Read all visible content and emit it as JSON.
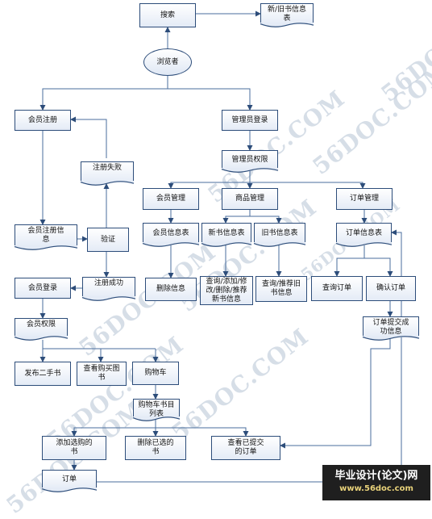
{
  "nodes": {
    "search": "搜索",
    "old_book_info_top": "新/旧书信息\n表",
    "browser": "浏览者",
    "member_register": "会员注册",
    "admin_login": "管理员登录",
    "register_fail": "注册失败",
    "admin_permission": "管理员权限",
    "member_manage": "会员管理",
    "goods_manage": "商品管理",
    "order_manage": "订单管理",
    "member_register_info": "会员注册信\n息",
    "verify": "验证",
    "member_info_table": "会员信息表",
    "new_book_info_table": "新书信息表",
    "old_book_info_table": "旧书信息表",
    "order_info_table": "订单信息表",
    "delete_info": "删除信息",
    "query_new_books": "查询/添加/修\n改/删除/推荐\n新书信息",
    "query_old_books": "查询/推荐旧\n书信息",
    "query_order": "查询订单",
    "confirm_order": "确认订单",
    "member_login": "会员登录",
    "register_success": "注册成功",
    "order_submit_success": "订单提交成\n功信息",
    "member_permission": "会员权限",
    "publish_second_hand": "发布二手书",
    "view_bought_books": "查看购买图\n书",
    "cart": "购物车",
    "cart_book_list": "购物车书目\n列表",
    "add_selected_books": "添加选购的\n书",
    "delete_selected_books": "删除已选的\n书",
    "view_submitted_orders": "查看已提交\n的订单",
    "order": "订单"
  },
  "watermark": "56DOC.COM",
  "stamp": {
    "line1": "毕业设计(论文)网",
    "line2": "www.56doc.com"
  },
  "colors": {
    "border": "#2d4d7a",
    "line": "#4a6e9e",
    "arrow": "#2d4d7a"
  }
}
